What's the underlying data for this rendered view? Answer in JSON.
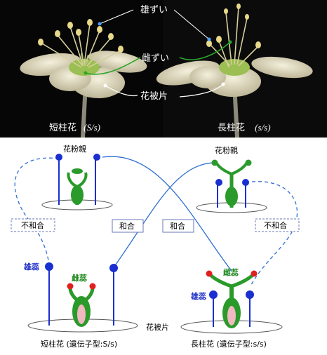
{
  "photo": {
    "callouts": {
      "stamen": "雄ずい",
      "pistil": "雌ずい",
      "petal": "花被片"
    },
    "left_caption": {
      "label": "短柱花",
      "genotype": "(S/s)"
    },
    "right_caption": {
      "label": "長柱花",
      "genotype": "(s/s)"
    }
  },
  "diagram": {
    "top_left_label": "花粉親",
    "top_right_label": "花粉親",
    "incompatible_left": "不和合",
    "compatible_left": "和合",
    "compatible_right": "和合",
    "incompatible_right": "不和合",
    "left_stamen": "雄蕊",
    "left_pistil": "雌蕊",
    "right_pistil": "雌蕊",
    "right_stamen": "雄蕊",
    "petal_label": "花被片",
    "bottom_left_caption": "短柱花 (遺伝子型:S/s)",
    "bottom_right_caption": "長柱花 (遺伝子型:s/s)"
  },
  "colors": {
    "stamen": "#1a2fd0",
    "pistil": "#2a9a2a",
    "stigma": "#e02020",
    "ovary": "#f0b8c0",
    "line": "#2f6fd0"
  }
}
